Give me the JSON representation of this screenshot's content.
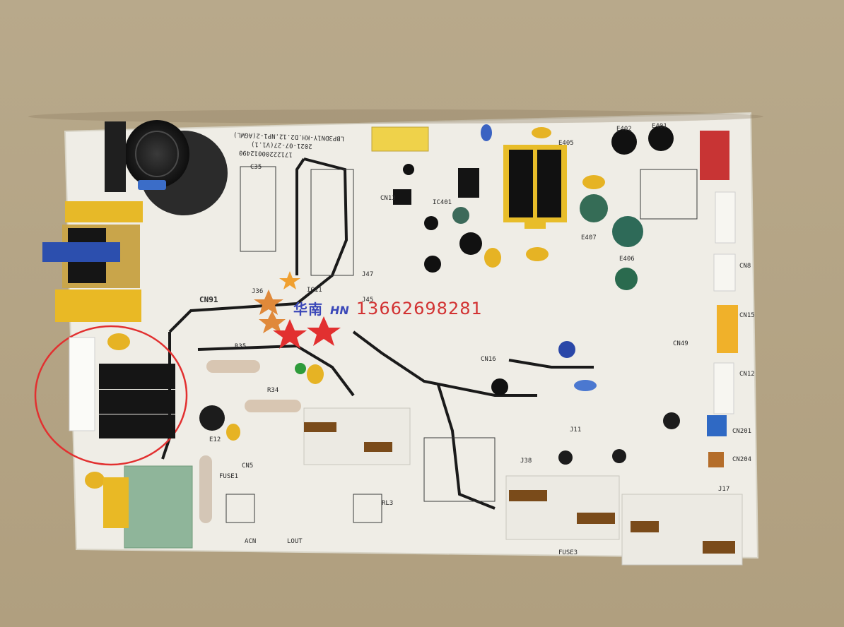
{
  "watermark": {
    "brand_cn": "华南",
    "brand_en": "HN",
    "phone": "13662698281",
    "phone_color": "#d23232",
    "brand_color": "#3b48b8"
  },
  "board": {
    "model_text": "LBP3DN1Y-KH.D2.12.NP1-2(AGWL)",
    "date_text": "2021-07-27(V1.1)",
    "part_no": "17122200012490",
    "labels": [
      "CN91",
      "CN16",
      "CN12",
      "CN15",
      "CN8",
      "CN49",
      "CN5",
      "CN13",
      "IC11",
      "IC401",
      "E401",
      "E402",
      "E405",
      "E406",
      "E407",
      "C35",
      "J36",
      "J45",
      "R35",
      "R34",
      "E12",
      "FUSE1",
      "FUSE3",
      "RL3",
      "CN201",
      "CN204",
      "J11",
      "J17",
      "J38",
      "J47",
      "LOUT",
      "ACN"
    ],
    "silk_color": "#f1efe8",
    "highlight_color": "#e23030"
  }
}
